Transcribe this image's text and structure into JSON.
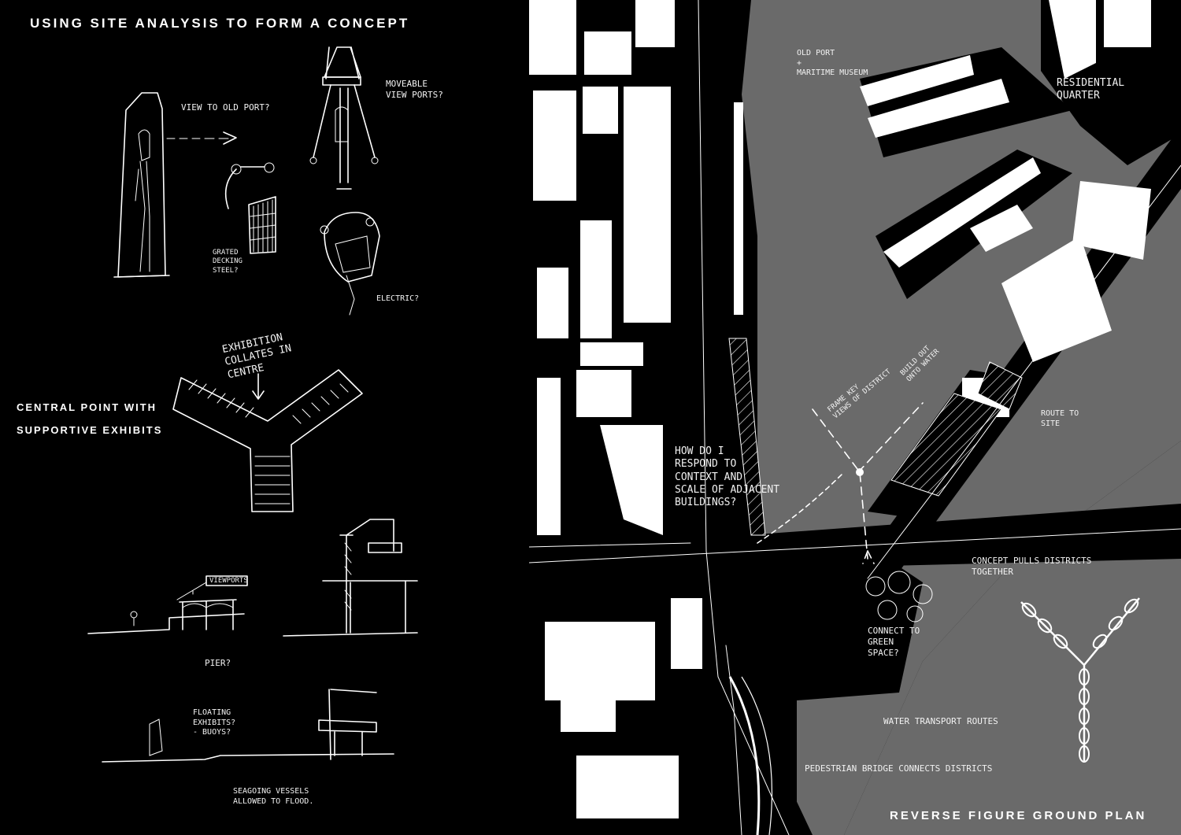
{
  "left": {
    "title": "USING SITE ANALYSIS TO FORM A CONCEPT",
    "concept_label_line1": "CENTRAL POINT WITH",
    "concept_label_line2": "SUPPORTIVE EXHIBITS",
    "notes": {
      "view_old_port": "VIEW TO OLD PORT?",
      "moveable": "MOVEABLE\nVIEW PORTS?",
      "grated": "GRATED\nDECKING\nSTEEL?",
      "electric": "ELECTRIC?",
      "exhibition": "EXHIBITION\nCOLLATES IN\nCENTRE",
      "viewports": "VIEWPORTS",
      "pier": "PIER?",
      "floating": "FLOATING\nEXHIBITS?\n- BUOYS?",
      "seaboard": "SEAGOING VESSELS\nALLOWED TO FLOOD."
    }
  },
  "right": {
    "plan_title": "REVERSE FIGURE GROUND PLAN",
    "notes": {
      "old_port": "OLD PORT\n+\nMARITIME MUSEUM",
      "residential": "RESIDENTIAL\nQUARTER",
      "build_out": "BUILD OUT\nONTO WATER",
      "frame_key": "FRAME KEY\nVIEWS OF DISTRICT",
      "route": "ROUTE TO\nSITE",
      "how_respond": "HOW DO I\nRESPOND TO\nCONTEXT AND\nSCALE OF ADJACENT\nBUILDINGS?",
      "concept_pulls": "CONCEPT PULLS DISTRICTS\nTOGETHER",
      "connect_green": "CONNECT TO\nGREEN\nSPACE?",
      "water_transport": "WATER TRANSPORT ROUTES",
      "bridge": "PEDESTRIAN BRIDGE CONNECTS DISTRICTS"
    }
  }
}
